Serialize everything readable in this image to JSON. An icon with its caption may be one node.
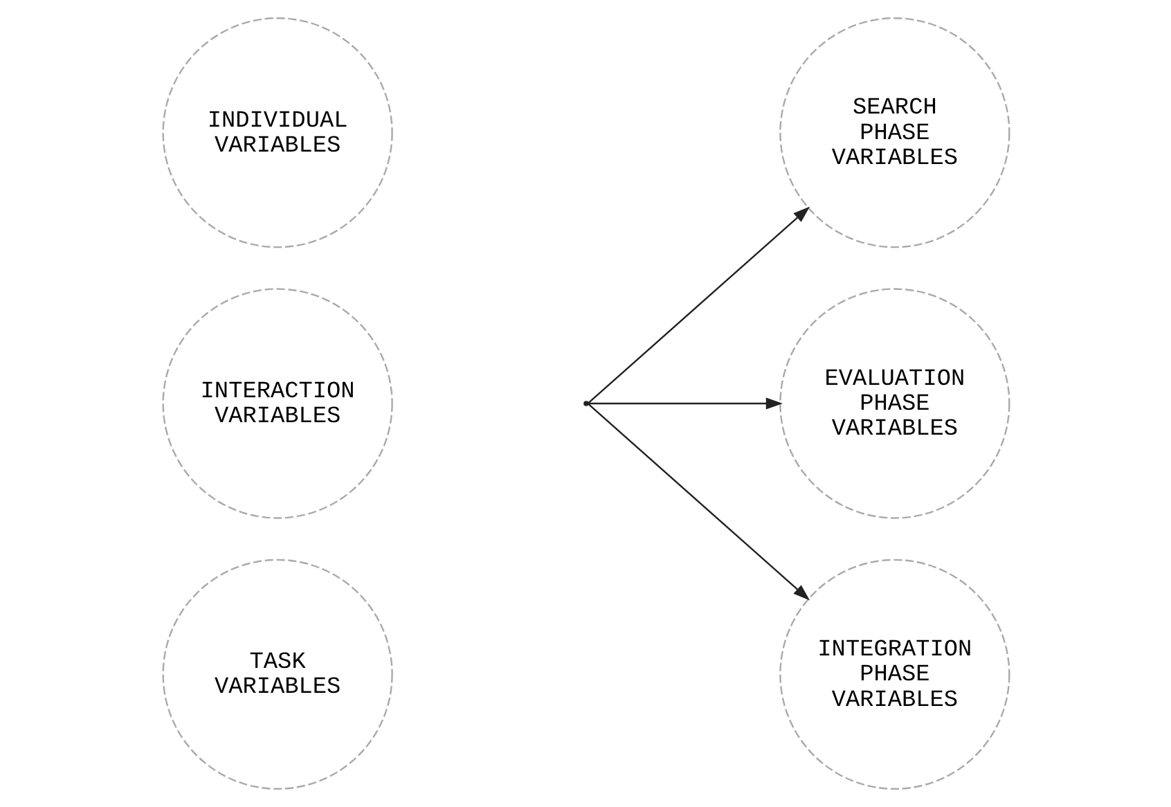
{
  "diagram": {
    "nodes": [
      {
        "text": [
          "INDIVIDUAL VARIABLES"
        ]
      },
      {
        "text": [
          "INTERACTION VARIABLES"
        ]
      },
      {
        "text": [
          "TASK VARIABLES"
        ]
      },
      {
        "text": [],
        "shape": "point"
      },
      {
        "text": [
          "SEARCH PHASE VARIABLES"
        ]
      },
      {
        "text": [
          "EVALUATION PHASE VARIABLES"
        ]
      },
      {
        "text": [
          "INTEGRATION PHASE VARIABLES"
        ]
      }
    ],
    "edges": [
      {
        "from": 3,
        "to": 4,
        "arrow": "to"
      },
      {
        "from": 3,
        "to": 5,
        "arrow": "to"
      },
      {
        "from": 3,
        "to": 6,
        "arrow": "to"
      }
    ]
  }
}
